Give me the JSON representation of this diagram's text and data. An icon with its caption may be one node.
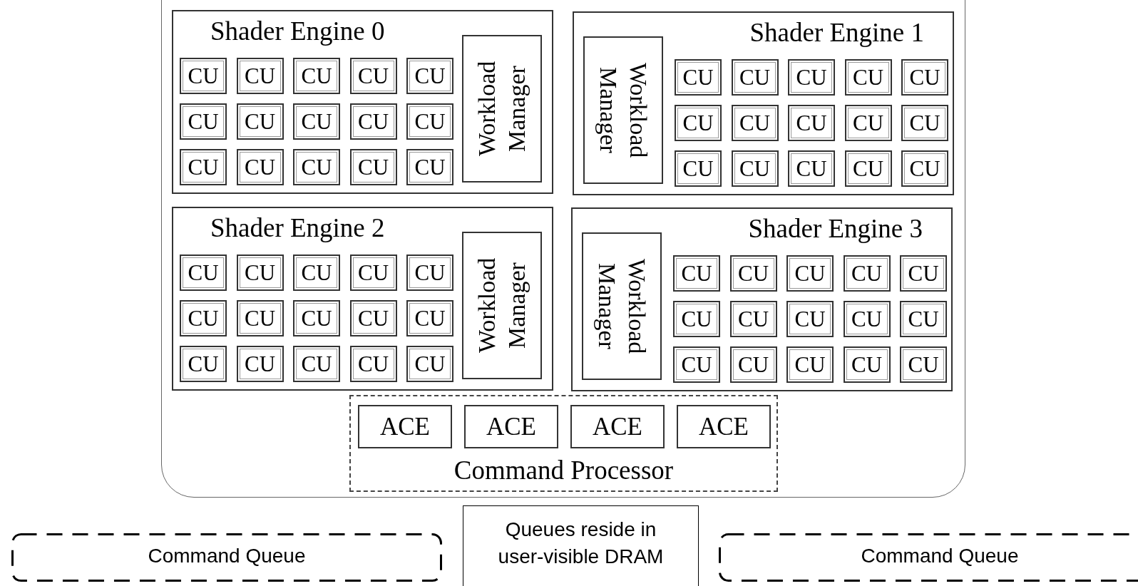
{
  "diagram": {
    "nodes": [
      {
        "text": [],
        "shape": "box"
      },
      {
        "text": [
          "Shader Engine 0"
        ],
        "in": 0
      },
      {
        "text": [
          "CU"
        ],
        "in": 1
      },
      {
        "text": [
          "CU"
        ],
        "in": 1
      },
      {
        "text": [
          "CU"
        ],
        "in": 1
      },
      {
        "text": [
          "CU"
        ],
        "in": 1
      },
      {
        "text": [
          "CU"
        ],
        "in": 1
      },
      {
        "text": [
          "CU"
        ],
        "in": 1
      },
      {
        "text": [
          "CU"
        ],
        "in": 1
      },
      {
        "text": [
          "CU"
        ],
        "in": 1
      },
      {
        "text": [
          "CU"
        ],
        "in": 1
      },
      {
        "text": [
          "CU"
        ],
        "in": 1
      },
      {
        "text": [
          "CU"
        ],
        "in": 1
      },
      {
        "text": [
          "CU"
        ],
        "in": 1
      },
      {
        "text": [
          "CU"
        ],
        "in": 1
      },
      {
        "text": [
          "CU"
        ],
        "in": 1
      },
      {
        "text": [
          "CU"
        ],
        "in": 1
      },
      {
        "text": [
          "Workload Manager"
        ],
        "in": 1
      },
      {
        "text": [
          "Shader Engine 1"
        ],
        "in": 0
      },
      {
        "text": [
          "Workload Manager"
        ],
        "in": 18
      },
      {
        "text": [
          "CU"
        ],
        "in": 18
      },
      {
        "text": [
          "CU"
        ],
        "in": 18
      },
      {
        "text": [
          "CU"
        ],
        "in": 18
      },
      {
        "text": [
          "CU"
        ],
        "in": 18
      },
      {
        "text": [
          "CU"
        ],
        "in": 18
      },
      {
        "text": [
          "CU"
        ],
        "in": 18
      },
      {
        "text": [
          "CU"
        ],
        "in": 18
      },
      {
        "text": [
          "CU"
        ],
        "in": 18
      },
      {
        "text": [
          "CU"
        ],
        "in": 18
      },
      {
        "text": [
          "CU"
        ],
        "in": 18
      },
      {
        "text": [
          "CU"
        ],
        "in": 18
      },
      {
        "text": [
          "CU"
        ],
        "in": 18
      },
      {
        "text": [
          "CU"
        ],
        "in": 18
      },
      {
        "text": [
          "CU"
        ],
        "in": 18
      },
      {
        "text": [
          "CU"
        ],
        "in": 18
      },
      {
        "text": [
          "Shader Engine 2"
        ],
        "in": 0
      },
      {
        "text": [
          "CU"
        ],
        "in": 35
      },
      {
        "text": [
          "CU"
        ],
        "in": 35
      },
      {
        "text": [
          "CU"
        ],
        "in": 35
      },
      {
        "text": [
          "CU"
        ],
        "in": 35
      },
      {
        "text": [
          "CU"
        ],
        "in": 35
      },
      {
        "text": [
          "CU"
        ],
        "in": 35
      },
      {
        "text": [
          "CU"
        ],
        "in": 35
      },
      {
        "text": [
          "CU"
        ],
        "in": 35
      },
      {
        "text": [
          "CU"
        ],
        "in": 35
      },
      {
        "text": [
          "CU"
        ],
        "in": 35
      },
      {
        "text": [
          "CU"
        ],
        "in": 35
      },
      {
        "text": [
          "CU"
        ],
        "in": 35
      },
      {
        "text": [
          "CU"
        ],
        "in": 35
      },
      {
        "text": [
          "CU"
        ],
        "in": 35
      },
      {
        "text": [
          "CU"
        ],
        "in": 35
      },
      {
        "text": [
          "Workload Manager"
        ],
        "in": 35
      },
      {
        "text": [
          "Shader Engine 3"
        ],
        "in": 0
      },
      {
        "text": [
          "Workload Manager"
        ],
        "in": 52
      },
      {
        "text": [
          "CU"
        ],
        "in": 52
      },
      {
        "text": [
          "CU"
        ],
        "in": 52
      },
      {
        "text": [
          "CU"
        ],
        "in": 52
      },
      {
        "text": [
          "CU"
        ],
        "in": 52
      },
      {
        "text": [
          "CU"
        ],
        "in": 52
      },
      {
        "text": [
          "CU"
        ],
        "in": 52
      },
      {
        "text": [
          "CU"
        ],
        "in": 52
      },
      {
        "text": [
          "CU"
        ],
        "in": 52
      },
      {
        "text": [
          "CU"
        ],
        "in": 52
      },
      {
        "text": [
          "CU"
        ],
        "in": 52
      },
      {
        "text": [
          "CU"
        ],
        "in": 52
      },
      {
        "text": [
          "CU"
        ],
        "in": 52
      },
      {
        "text": [
          "CU"
        ],
        "in": 52
      },
      {
        "text": [
          "CU"
        ],
        "in": 52
      },
      {
        "text": [
          "CU"
        ],
        "in": 52
      },
      {
        "text": [
          "Command Processor"
        ],
        "in": 0
      },
      {
        "text": [
          "ACE"
        ],
        "in": 69
      },
      {
        "text": [
          "ACE"
        ],
        "in": 69
      },
      {
        "text": [
          "ACE"
        ],
        "in": 69
      },
      {
        "text": [
          "ACE"
        ],
        "in": 69
      },
      {
        "text": [
          "Command Queue"
        ]
      },
      {
        "text": [
          "Queues reside in user-visible DRAM"
        ]
      },
      {
        "text": [
          "Command Queue"
        ]
      }
    ],
    "edges": []
  }
}
